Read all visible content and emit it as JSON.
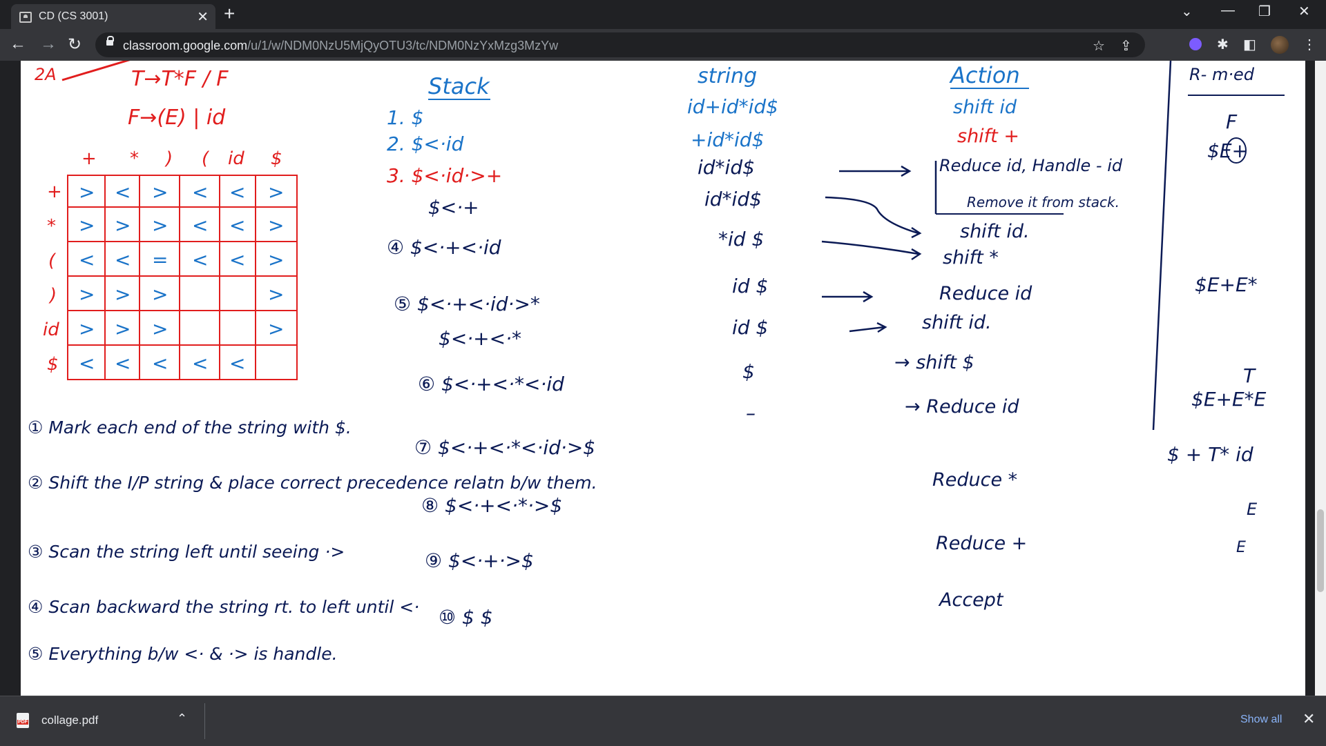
{
  "tab": {
    "title": "CD (CS 3001)",
    "close": "✕"
  },
  "new_tab": "+",
  "window": {
    "minimize": "—",
    "restore": "❐",
    "close": "✕",
    "tab_search": "⌄"
  },
  "nav": {
    "back": "←",
    "forward": "→",
    "reload": "↻"
  },
  "address": {
    "host": "classroom.google.com",
    "path": "/u/1/w/NDM0NzU5MjQyOTU3/tc/NDM0NzYxMzg3MzYw"
  },
  "toolbar_icons": {
    "share": "⇪",
    "star": "☆",
    "puzzle": "✱",
    "panel": "◧",
    "menu": "⋮"
  },
  "notes": {
    "grammar": [
      "T→T*F / F",
      "F→(E) | id"
    ],
    "table_headers": [
      "+",
      "*",
      ")",
      "(",
      "id",
      "$"
    ],
    "table_rows": [
      {
        "label": "+",
        "cells": [
          ">",
          "<",
          ">",
          "<",
          "<",
          ">"
        ]
      },
      {
        "label": "*",
        "cells": [
          ">",
          ">",
          ">",
          "<",
          "<",
          ">"
        ]
      },
      {
        "label": "(",
        "cells": [
          "<",
          "<",
          "=",
          "<",
          "<",
          ">"
        ]
      },
      {
        "label": ")",
        "cells": [
          ">",
          ">",
          ">",
          "",
          "",
          ">"
        ]
      },
      {
        "label": "id",
        "cells": [
          ">",
          ">",
          ">",
          "",
          "",
          ">"
        ]
      },
      {
        "label": "$",
        "cells": [
          "<",
          "<",
          "<",
          "<",
          "<",
          ""
        ]
      }
    ],
    "rules": [
      "① Mark each end of the string with $.",
      "② Shift the I/P string & place correct precedence relatn b/w them.",
      "③ Scan the string left until seeing ·>",
      "④ Scan backward the string rt. to left until <·",
      "⑤ Everything b/w <· & ·> is handle."
    ],
    "stack_header": "Stack",
    "stack_steps": [
      "1.  $",
      "2.  $<·id",
      "3.  $<·id·>+",
      "$<·+",
      "④ $<·+<·id",
      "⑤ $<·+<·id·>*",
      "$<·+<·*",
      "⑥ $<·+<·*<·id",
      "⑦ $<·+<·*<·id·>$",
      "⑧ $<·+<·*·>$",
      "⑨ $<·+·>$",
      "⑩ $   $"
    ],
    "string_header": "string",
    "string_steps": [
      "id+id*id$",
      "+id*id$",
      "id*id$",
      "id*id$",
      "*id $",
      "id $",
      "id $",
      "$",
      "–"
    ],
    "action_header": "Action",
    "action_steps": [
      "shift id",
      "shift +",
      "Reduce id, Handle - id",
      "Remove it from stack.",
      "shift id.",
      "shift *",
      "Reduce id",
      "shift id.",
      "→ shift $",
      "→ Reduce id",
      "Reduce *",
      "Reduce +",
      "Accept"
    ],
    "right_header": "R- m·ed",
    "right_notes": [
      "F",
      "$E+",
      "$E+E*",
      "T",
      "$E+E*E",
      "$ + T* id",
      "E",
      "E"
    ],
    "pen_colors": {
      "dark": "#0b1a55",
      "red": "#e11d1d",
      "blue": "#1a73c8"
    }
  },
  "download": {
    "file": "collage.pdf",
    "pdf_label": "PDF",
    "chevron": "⌃",
    "show_all": "Show all",
    "close": "✕"
  }
}
